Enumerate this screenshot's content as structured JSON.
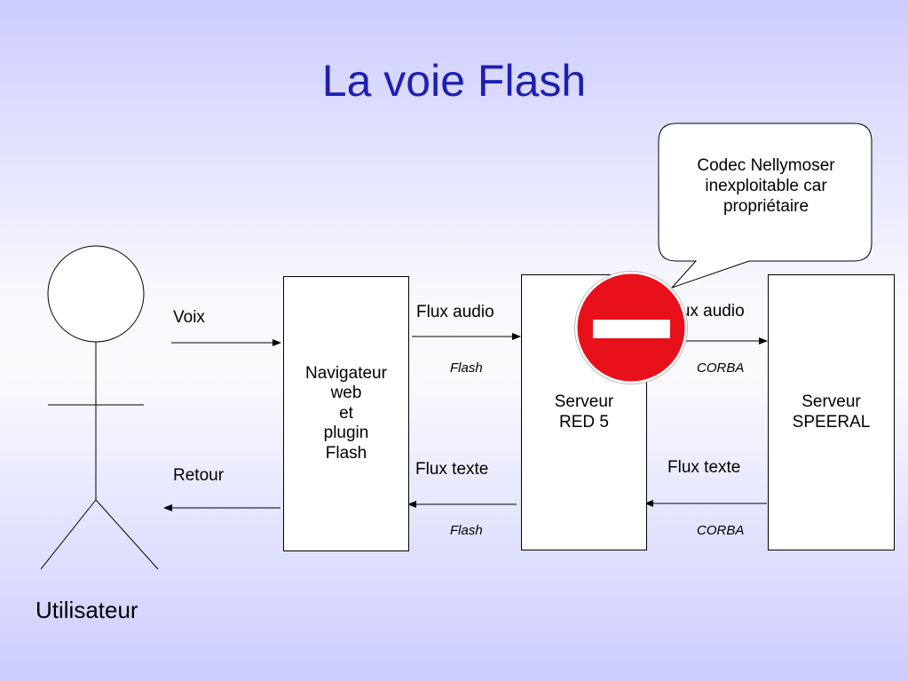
{
  "title": "La voie Flash",
  "actor": {
    "label": "Utilisateur"
  },
  "nodes": {
    "browser": "Navigateur\nweb\net\nplugin\nFlash",
    "red5": "Serveur\nRED 5",
    "speeral": "Serveur\nSPEERAL"
  },
  "edges": {
    "voix": "Voix",
    "retour": "Retour",
    "flux_audio_1": "Flux audio",
    "flux_audio_2": "Flux audio",
    "flux_texte_1": "Flux texte",
    "flux_texte_2": "Flux texte",
    "proto_flash_1": "Flash",
    "proto_flash_2": "Flash",
    "proto_corba_1": "CORBA",
    "proto_corba_2": "CORBA"
  },
  "callout": {
    "text": "Codec Nellymoser\ninexploitable car\npropriétaire"
  },
  "colors": {
    "title": "#1f1fb0",
    "no_entry_red": "#e8111b",
    "background": "#ccccff"
  },
  "icons": {
    "blocked": "no-entry-icon"
  }
}
